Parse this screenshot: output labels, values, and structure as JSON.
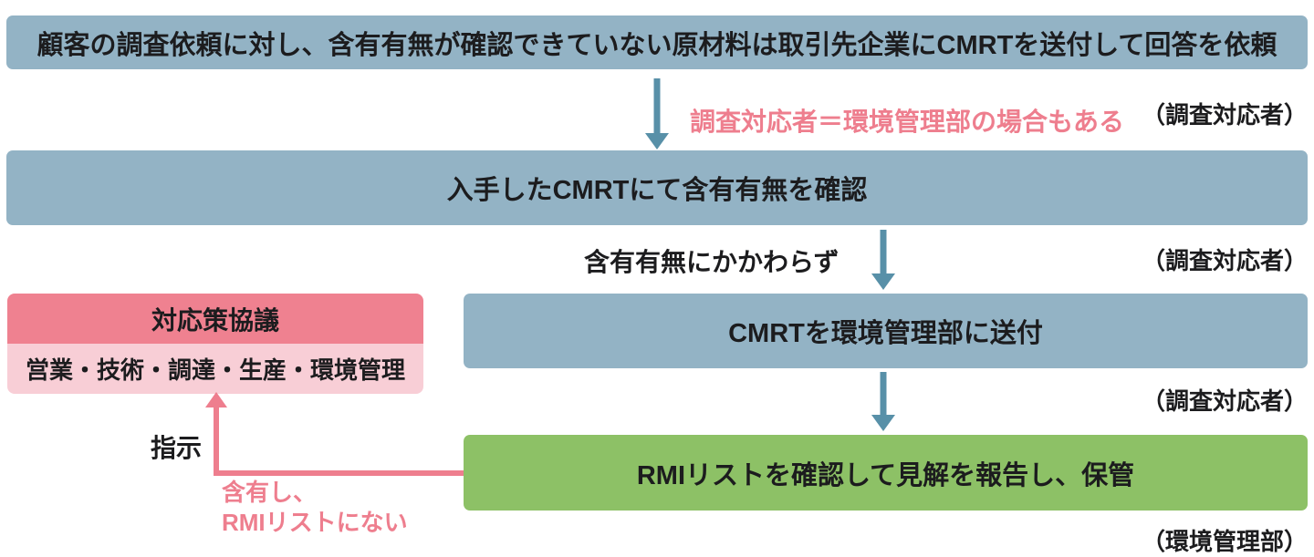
{
  "colors": {
    "bar_blue": "#93b3c5",
    "bar_green": "#8dc166",
    "pink_header": "#ef8190",
    "pink_body": "#f8ced6",
    "pink_accent": "#ee7e8e",
    "arrow_teal": "#5890a8",
    "text_dark": "#1c1c1e"
  },
  "steps": {
    "step1": "顧客の調査依頼に対し、含有有無が確認できていない原材料は取引先企業にCMRTを送付して回答を依頼",
    "step2": "入手したCMRTにて含有有無を確認",
    "step3": "CMRTを環境管理部に送付",
    "step4": "RMIリストを確認して見解を報告し、保管"
  },
  "annotations": {
    "note_pink": "調査対応者＝環境管理部の場合もある",
    "note_regardless": "含有有無にかかわらず",
    "role1": "（調査対応者）",
    "role2": "（調査対応者）",
    "role3": "（調査対応者）",
    "role4": "（環境管理部）",
    "instruction": "指示",
    "condition_line1": "含有し、",
    "condition_line2": "RMIリストにない"
  },
  "side_box": {
    "title": "対応策協議",
    "members": "営業・技術・調達・生産・環境管理"
  }
}
